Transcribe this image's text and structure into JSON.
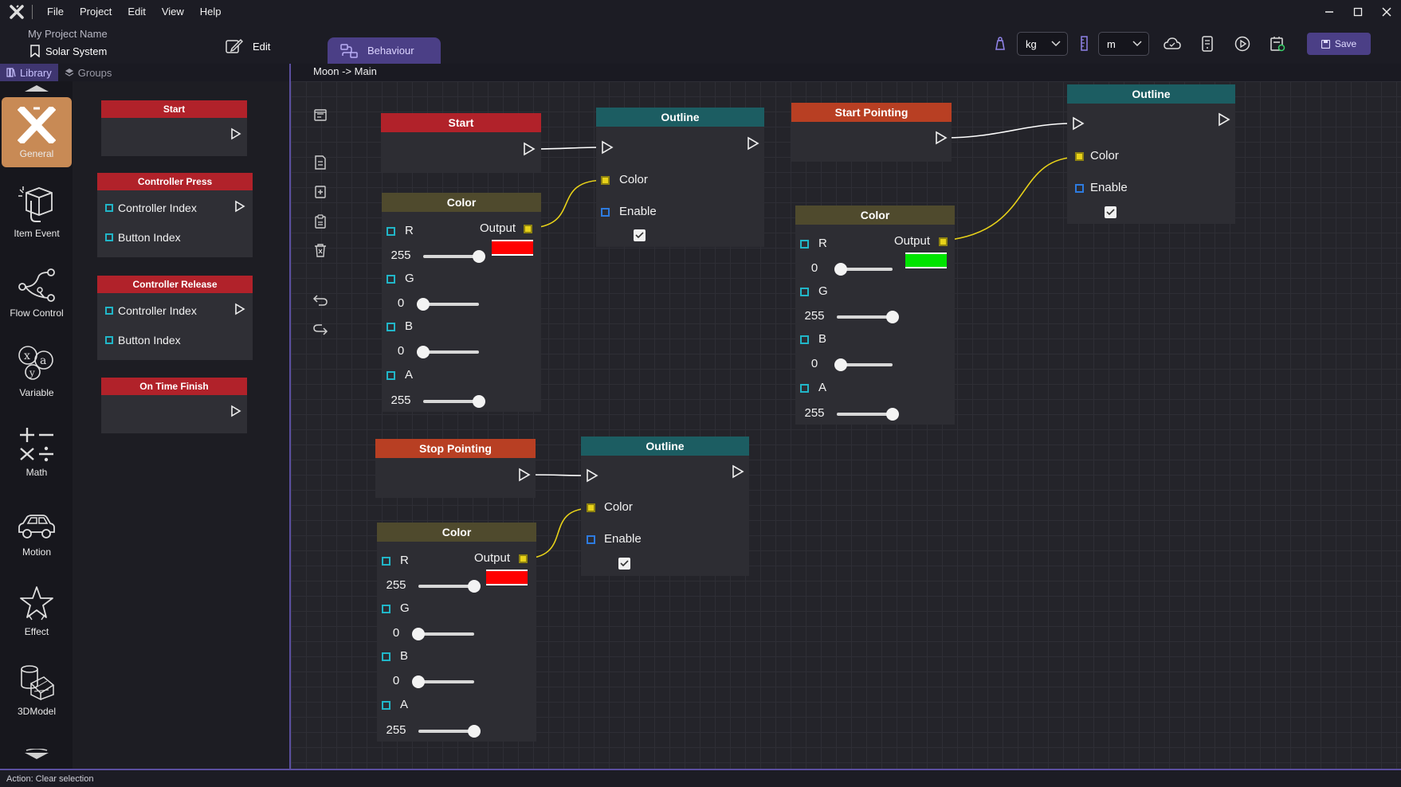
{
  "menu": [
    "File",
    "Project",
    "Edit",
    "View",
    "Help"
  ],
  "header": {
    "project_name": "My Project Name",
    "scene_name": "Solar System",
    "edit_label": "Edit",
    "behaviour_label": "Behaviour",
    "mass_unit": "kg",
    "length_unit": "m",
    "save_label": "Save"
  },
  "library_tabs": {
    "library": "Library",
    "groups": "Groups"
  },
  "categories": [
    "General",
    "Item Event",
    "Flow Control",
    "Variable",
    "Math",
    "Motion",
    "Effect",
    "3DModel"
  ],
  "library": {
    "start": "Start",
    "controller_press": "Controller Press",
    "controller_release": "Controller Release",
    "on_time_finish": "On Time Finish",
    "controller_index": "Controller Index",
    "button_index": "Button Index"
  },
  "breadcrumb": "Moon -> Main",
  "nodes": {
    "start": "Start",
    "start_pointing": "Start Pointing",
    "stop_pointing": "Stop Pointing",
    "outline": "Outline",
    "color": "Color",
    "output": "Output",
    "pin_color": "Color",
    "pin_enable": "Enable",
    "r": "R",
    "g": "G",
    "b": "B",
    "a": "A"
  },
  "colors": {
    "color1": {
      "r": 255,
      "g": 0,
      "b": 0,
      "a": 255,
      "swatch": "#ff0000"
    },
    "color2": {
      "r": 0,
      "g": 255,
      "b": 0,
      "a": 255,
      "swatch": "#00e400"
    },
    "color3": {
      "r": 255,
      "g": 0,
      "b": 0,
      "a": 255,
      "swatch": "#ff0000"
    }
  },
  "status": "Action: Clear selection"
}
